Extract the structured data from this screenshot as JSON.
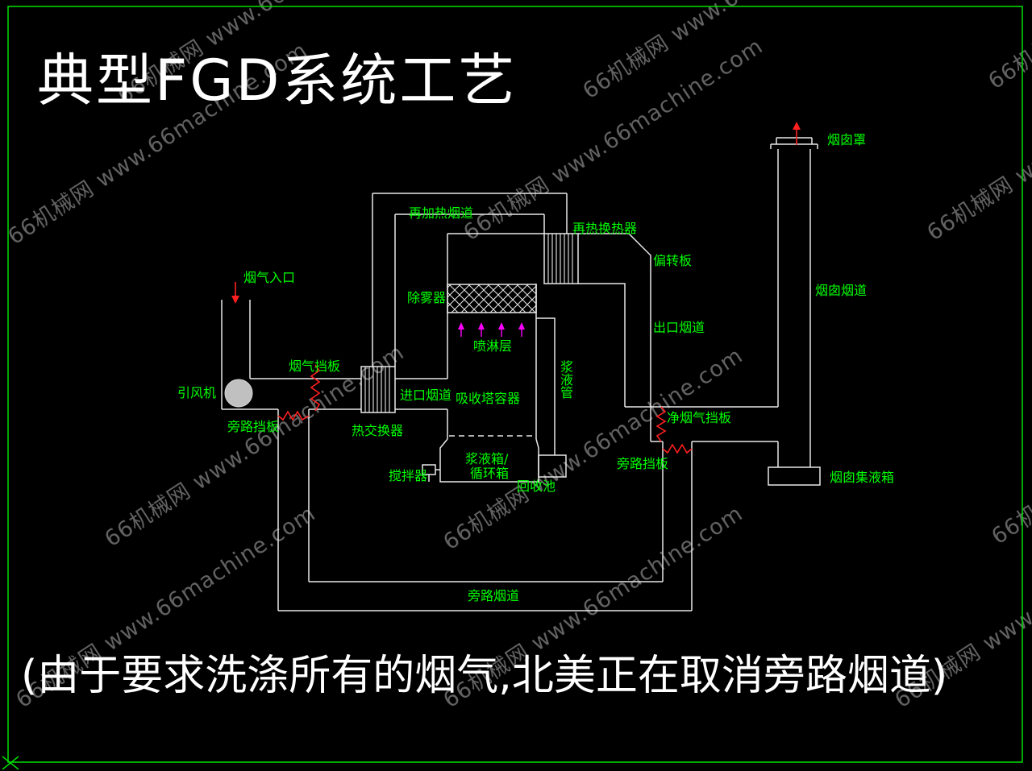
{
  "title": "典型FGD系统工艺",
  "caption": "(由于要求洗涤所有的烟气,北美正在取消旁路烟道)",
  "watermark": "66机械网 www.66machine.com",
  "colors": {
    "background": "#000000",
    "border": "#00e000",
    "line": "#e8e8e8",
    "label": "#00ff00",
    "damper": "#ff2020",
    "spray": "#ff00ff",
    "fan_fill": "#c0c0c0"
  },
  "labels": {
    "flue_gas_inlet": "烟气入口",
    "induced_draft_fan": "引风机",
    "bypass_damper_left": "旁路挡板",
    "flue_gas_damper": "烟气挡板",
    "heat_exchanger": "热交换器",
    "inlet_flue": "进口烟道",
    "reheat_flue": "再加热烟道",
    "demister": "除雾器",
    "spray_layer": "喷淋层",
    "absorber_vessel": "吸收塔容器",
    "slurry_tank_line1": "浆液箱/",
    "slurry_tank_line2": "循环箱",
    "agitator": "搅拌器",
    "recovery_pool": "回收池",
    "slurry_pipe": "浆液管",
    "reheat_heat_exchanger": "再热换热器",
    "deflector_plate": "偏转板",
    "outlet_flue": "出口烟道",
    "clean_flue_gas_damper": "净烟气挡板",
    "bypass_damper_right": "旁路挡板",
    "bypass_flue": "旁路烟道",
    "chimney_cap": "烟囱罩",
    "chimney_flue": "烟囱烟道",
    "chimney_collection_tank": "烟囱集液箱"
  }
}
